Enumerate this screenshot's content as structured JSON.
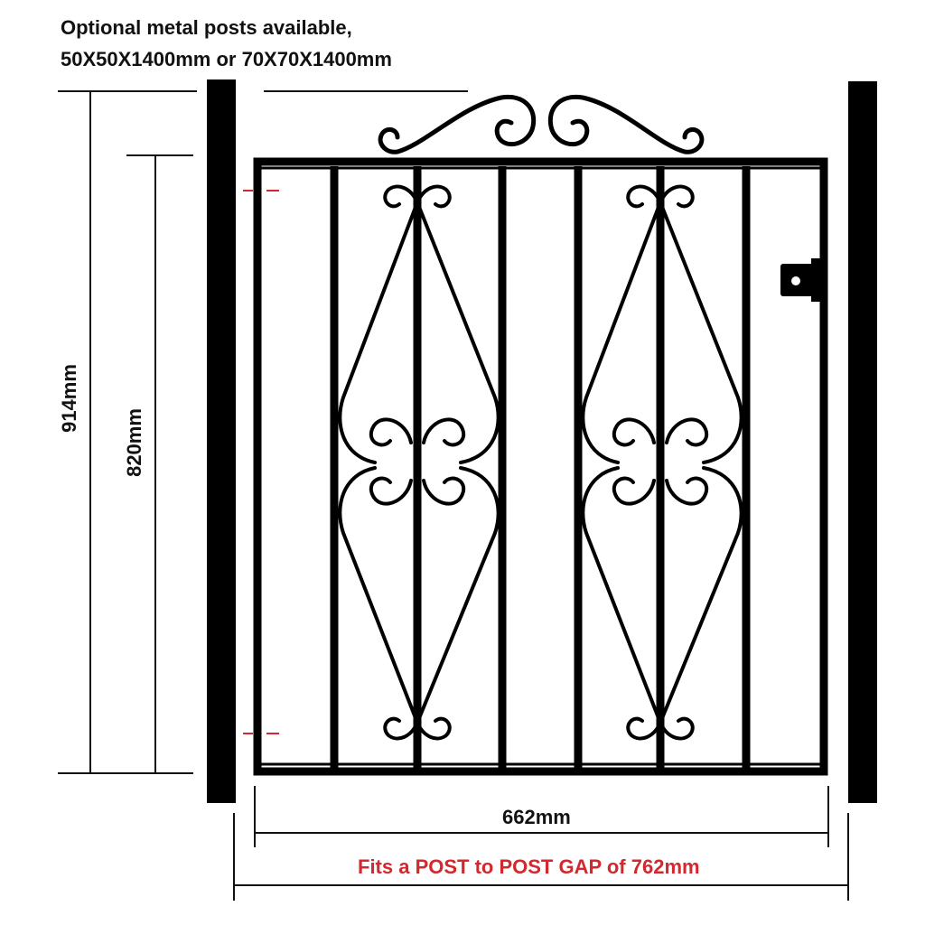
{
  "notes": {
    "line1": "Optional metal posts available,",
    "line2": "50X50X1400mm or 70X70X1400mm"
  },
  "dimensions": {
    "overall_height": "914mm",
    "frame_height": "820mm",
    "gate_width": "662mm",
    "post_gap": "Fits a POST to POST GAP of 762mm"
  },
  "colors": {
    "metal": "#000000",
    "accent": "#d2282e",
    "dimension_line": "#111111"
  }
}
